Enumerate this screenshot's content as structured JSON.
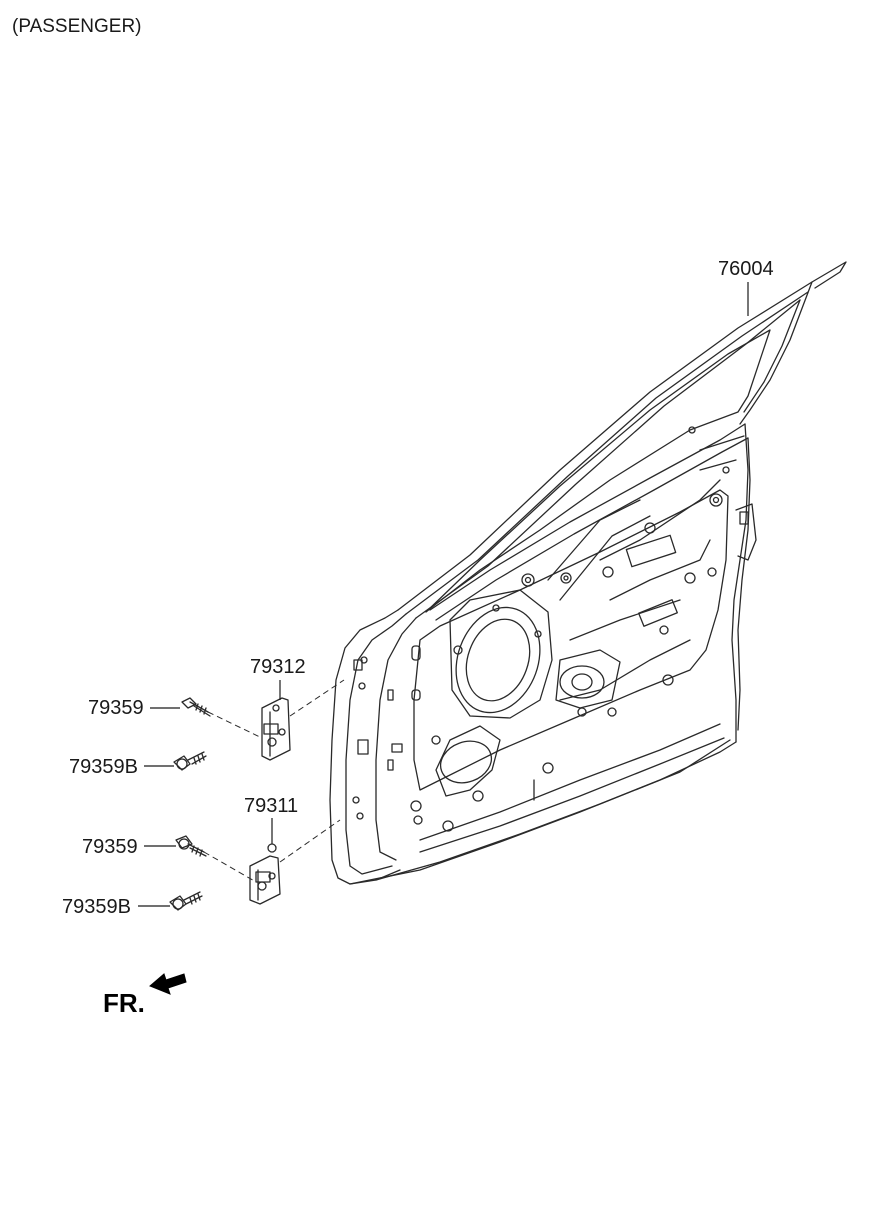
{
  "header": {
    "title": "(PASSENGER)"
  },
  "parts": {
    "door_panel": "76004",
    "upper_hinge": "79312",
    "lower_hinge": "79311",
    "upper_bolt": "79359",
    "upper_bolt_b": "79359B",
    "lower_bolt": "79359",
    "lower_bolt_b": "79359B"
  },
  "direction": {
    "label": "FR."
  }
}
